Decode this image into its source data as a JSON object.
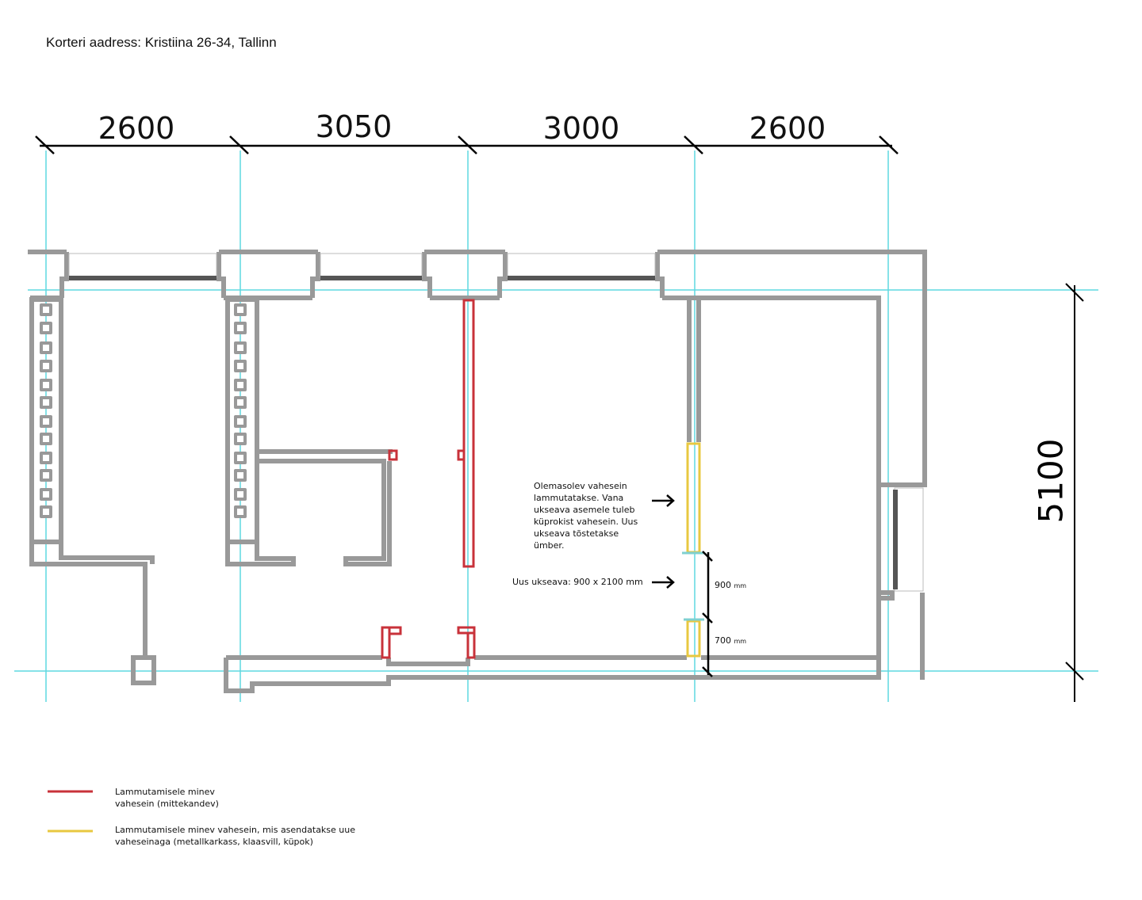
{
  "title": "Korteri aadress: Kristiina 26-34, Tallinn",
  "dimensions": {
    "horizontal": [
      "2600",
      "3050",
      "3000",
      "2600"
    ],
    "vertical": "5100"
  },
  "annotations": {
    "existing_wall": "Olemasolev vahesein\nlammutatakse. Vana\nukseava asemele tuleb\nküprokist vahesein. Uus\nukseava tõstetakse\nümber.",
    "new_door": "Uus ukseava: 900 x 2100 mm",
    "dim_900": "900",
    "dim_700": "700",
    "unit": "mm"
  },
  "legend": [
    {
      "color": "#c8323a",
      "label": "Lammutamisele minev\nvahesein (mittekandev)"
    },
    {
      "color": "#e8c840",
      "label": "Lammutamisele minev vahesein, mis asendatakse uue\nvaheseinaga (metallkarkass, klaasvill, küpok)"
    }
  ],
  "colors": {
    "wall": "#999999",
    "guide": "#5fd8e0",
    "demolish": "#c8323a",
    "replace": "#e8c840"
  }
}
